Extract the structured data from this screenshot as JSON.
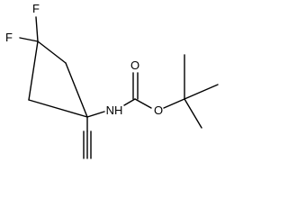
{
  "molecule": {
    "atoms": {
      "f_top": "F",
      "f_left": "F",
      "nh": "NH",
      "o_carbonyl": "O",
      "o_ester": "O"
    }
  },
  "colors": {
    "bond": "#000000",
    "label": "#000000",
    "background": "#ffffff"
  }
}
